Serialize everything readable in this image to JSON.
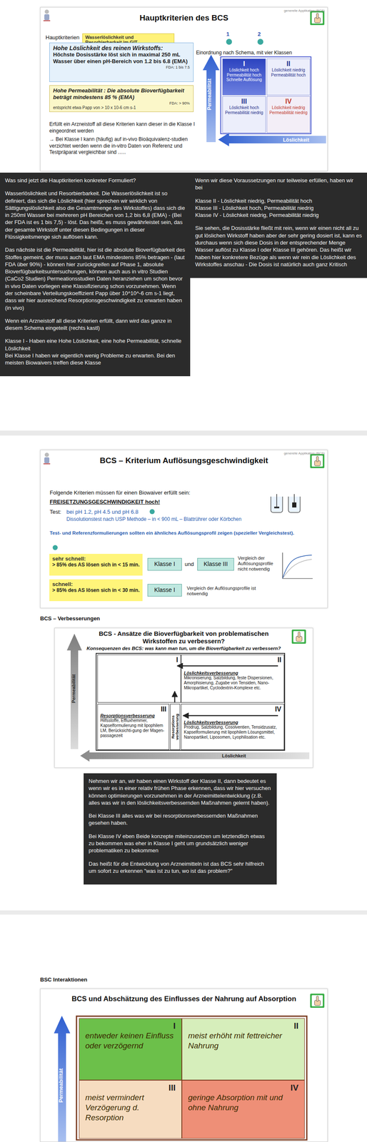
{
  "diagram": {
    "nodes": [
      {
        "text": [
          "Hauptkriterien des BCS"
        ]
      },
      {
        "text": [
          "Wasserlöslichkeit und Resorbierbarkeit im GIT"
        ],
        "in": 0
      },
      {
        "text": [
          "Hohe Löslichkeit des reinen Wirkstoffs:",
          "Höchste Dosisstärke löst sich in maximal 250 mL Wasser über einen pH-Bereich von 1.2 bis 6.8 (EMA)",
          "FDA: 1 bis 7.5"
        ],
        "in": 0
      },
      {
        "text": [
          "Hohe Permeabilität : Die absolute Bioverfügbarkeit beträgt mindestens 85 % (EMA)",
          "FDA: > 90%",
          "entspricht etwa Papp von > 10 x 10-6 cm s-1"
        ],
        "in": 0
      },
      {
        "text": [
          "I",
          "Löslichkeit hoch Permeabilität hoch Schnelle Auflösung"
        ],
        "in": 0
      },
      {
        "text": [
          "II",
          "Löslichkeit niedrig Permeabilität hoch"
        ],
        "in": 0
      },
      {
        "text": [
          "III",
          "Löslichkeit hoch Permeabilität niedrig"
        ],
        "in": 0
      },
      {
        "text": [
          "IV",
          "Löslichkeit niedrig Permeabilität niedrig"
        ],
        "in": 0
      },
      {
        "text": [
          "Was sind jetzt die Hauptkriterien konkreter Formuliert?",
          "Wasserlöslichkeit und Resorbierbarkeit. Die Wasserlöslichkeit ist so definiert, das sich die Löslichkeit (hier sprechen wir wirklich von Sättigungslöslichkeit also die Gesamtmenge des Wirkstoffes) dass sich die in 250ml Wasser bei mehreren pH Bereichen von 1,2 bis 6,8 (EMA) - (Bei der FDA ist es 1 bis 7,5) - löst. Das heißt, es muss gewährleistet sein, das der gesamte Wirkstoff unter diesen Bedingungen in dieser Flüssigkeitsmenge sich auflösen kann.",
          "Das nächste ist die Permeabilität, hier ist die absolute Bioverfügbarkeit des Stoffes gemeint, der muss auch laut EMA mindestens 85% betragen - (laut FDA über 90%) - können hier zurückgreifen auf Phase 1, absolute Bioverfügbarkeitsuntersuchungen, können auch aus in vitro Studien (CaCo2 Studien) Permeationsstudien Daten heranziehen um schon bevor in vivo Daten vorliegen eine Klassifizierung schon vorzunehmen. Wenn der scheinbare Verteilungskoeffizient Papp über 10^10^-6 cm s-1 liegt, dass wir hier ausreichend Resorptionsgeschwindigkeit zu erwarten haben (in vivo)",
          "Wenn ein Arzneistoff all diese Kriterien erfüllt, dann wird das ganze in diesem Schema eingeteilt (rechts kastl)",
          "Klasse I - Haben eine Hohe Löslichkeit, eine hohe Permeabilität, schnelle Löslichkeit",
          "Bei Klasse I haben wir eigentlich wenig Probleme zu erwarten. Bei den meisten Biowaivers treffen diese Klasse"
        ]
      },
      {
        "text": [
          "Wenn wir diese Voraussetzungen nur teilweise erfüllen, haben wir bei",
          "Klasse II - Löslichkeit niedrig, Permeabilität hoch",
          "Klasse III - Löslichkeit hoch, Permeabilität niedrig",
          "Klasse IV - Löslichkeit niedrig, Permeabilität niedrig",
          "Sie sehen, die Dosisstärke fließt mit rein, wenn wir einen nicht all zu gut löslichen Wirkstoff haben aber der sehr gering dosiert ist, kann es durchaus wenn sich diese Dosis in der entsprechender Menge Wasser auflöst zu Klasse I oder Klasse III gehören. Das heißt wir haben hier konkretere Bezüge als wenn wir rein die Löslichkeit des Wirkstoffes anschau - Die Dosis ist natürlich auch ganz Kritisch"
        ]
      },
      {
        "text": [
          "BCS – Kriterium Auflösungsgeschwindigkeit"
        ]
      },
      {
        "text": [
          "sehr schnell:",
          "> 85% des AS lösen sich in < 15 min."
        ],
        "in": 10
      },
      {
        "text": [
          "Klasse I"
        ],
        "in": 10
      },
      {
        "text": [
          "Klasse III"
        ],
        "in": 10
      },
      {
        "text": [
          "schnell:",
          "> 85% des AS lösen sich in < 30 min."
        ],
        "in": 10
      },
      {
        "text": [
          "Klasse I"
        ],
        "in": 10
      },
      {
        "text": [
          "BCS - Ansätze die Bioverfügbarkeit von problematischen Wirkstoffen zu verbessern?",
          "Konsequenzen des BCS: was kann man tun, um die Bioverfügbarkeit zu verbessern?"
        ]
      },
      {
        "text": [
          "I"
        ],
        "in": 16
      },
      {
        "text": [
          "II",
          "Löslichkeitsverbesserung",
          "Mikronisierung, Salzbildung, feste Dispersionen, Amorphisierung, Zugabe von Tensiden, Nano-Mikropartikel, Cyclodextrin-Komplexe etc."
        ],
        "in": 16
      },
      {
        "text": [
          "III",
          "Resorptionsverbesserung",
          "Hilfsstoffe, Effluxhemmer, Kapselformulierung mit lipophilem LM, Berücksichti-gung der Magen-passagezeit"
        ],
        "in": 16
      },
      {
        "text": [
          "Resorptions verbesserung"
        ],
        "in": 16
      },
      {
        "text": [
          "IV",
          "Löslichkeitsverbesserung",
          "Prodrug, Salzbildung, Cosolventien, Tensidzusatz, Kapselformulierung mit lipophilem Lösungsmittel, Nanopartikel, Liposomen, Lyophilisation etc."
        ],
        "in": 16
      },
      {
        "text": [
          "Nehmen wir an, wir haben einen Wirkstoff der Klasse II, dann bedeutet es wenn wir es in einer relativ frühen Phase erkennen, dass wir hier versuchen können optimierungen vorzunehmen in der Arzneimittelentwicklung (z.B. alles was wir in den löslichkeitsverbessernden Maßnahmen gelernt haben).",
          "Bei Klasse III alles was wir bei resorptionsverbessernden Maßnahmen gesehen haben.",
          "Bei Klasse IV eben Beide konzepte miteinzusetzen um letztendlich etwas zu bekommen was eher in Klasse I geht um grundsätzlich weniger problematiken zu bekommen",
          "Das heißt für die Entwicklung von Arzneimitteln ist das BCS sehr hilfreich um sofort zu erkennen \"was ist zu tun, wo ist das problem?\""
        ]
      },
      {
        "text": [
          "BCS und Abschätzung des Einflusses der Nahrung auf Absorption"
        ]
      },
      {
        "text": [
          "I",
          "entweder keinen Einfluss oder verzögernd"
        ],
        "in": 23
      },
      {
        "text": [
          "II",
          "meist erhöht mit fettreicher Nahrung"
        ],
        "in": 23
      },
      {
        "text": [
          "III",
          "meist vermindert Verzögerung d. Resorption"
        ],
        "in": 23
      },
      {
        "text": [
          "IV",
          "geringe Absorption mit und ohne Nahrung"
        ],
        "in": 23
      }
    ],
    "labels": [
      "generelle Applikation (BCS)",
      "Hauptkriterien",
      "1",
      "2",
      "Einordnung nach Schema, mit vier Klassen",
      "Erfüllt ein Arzneistoff all diese Kriterien kann dieser in die Klasse I eingeordnet werden",
      "→ Bei Klasse I kann (häufig) auf in-vivo Bioäquivalenz-studien verzichtet werden wenn die in-vitro Daten von Referenz und Testpräparat vergleichbar sind …..",
      "Permeabilität",
      "Löslichkeit",
      "generelle Applikation (BCS)",
      "Folgende Kriterien müssen für einen Biowaiver erfüllt sein:",
      "FREISETZUNGSGESCHWINDIGKEIT hoch!",
      "Test:",
      "bei pH 1.2, pH 4.5 und pH 6.8",
      "Dissolutionstest nach USP Methode – in < 900 mL – Blattrührer oder Körbchen",
      "Test- und Referenzformulierungen sollten ein ähnliches Auflösungsprofil zeigen (spezieller Vergleichstest).",
      "und",
      "Vergleich der Auflösungsprofile nicht notwendig",
      "Vergleich der Auflösungsprofile ist notwendig",
      "BCS – Verbesserungen",
      "Permeabilität",
      "Löslichkeit",
      "BSC Interaktionen",
      "Permeabilität"
    ]
  }
}
